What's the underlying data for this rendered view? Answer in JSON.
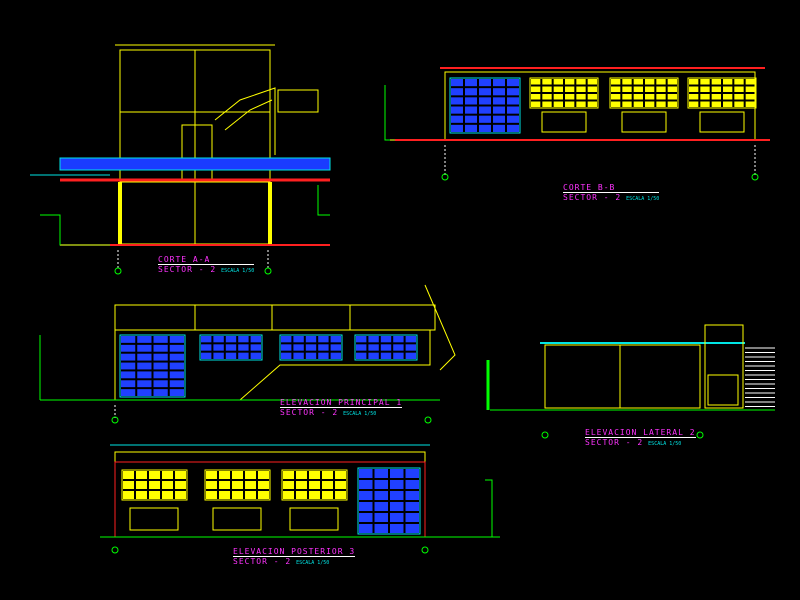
{
  "drawings": [
    {
      "title": "CORTE A-A",
      "sector": "SECTOR - 2",
      "scale": "ESCALA 1/50"
    },
    {
      "title": "CORTE B-B",
      "sector": "SECTOR - 2",
      "scale": "ESCALA 1/50"
    },
    {
      "title": "ELEVACION PRINCIPAL 1",
      "sector": "SECTOR - 2",
      "scale": "ESCALA 1/50"
    },
    {
      "title": "ELEVACION LATERAL 2",
      "sector": "SECTOR - 2",
      "scale": "ESCALA 1/50"
    },
    {
      "title": "ELEVACION POSTERIOR 3",
      "sector": "SECTOR - 2",
      "scale": "ESCALA 1/50"
    }
  ],
  "colors": {
    "background": "#000000",
    "walls": "#ffff00",
    "floor": "#ff2020",
    "windows_blue": "#2040ff",
    "annotation": "#00e5e5",
    "titles": "#ff33ff",
    "ground": "#00ff00"
  }
}
